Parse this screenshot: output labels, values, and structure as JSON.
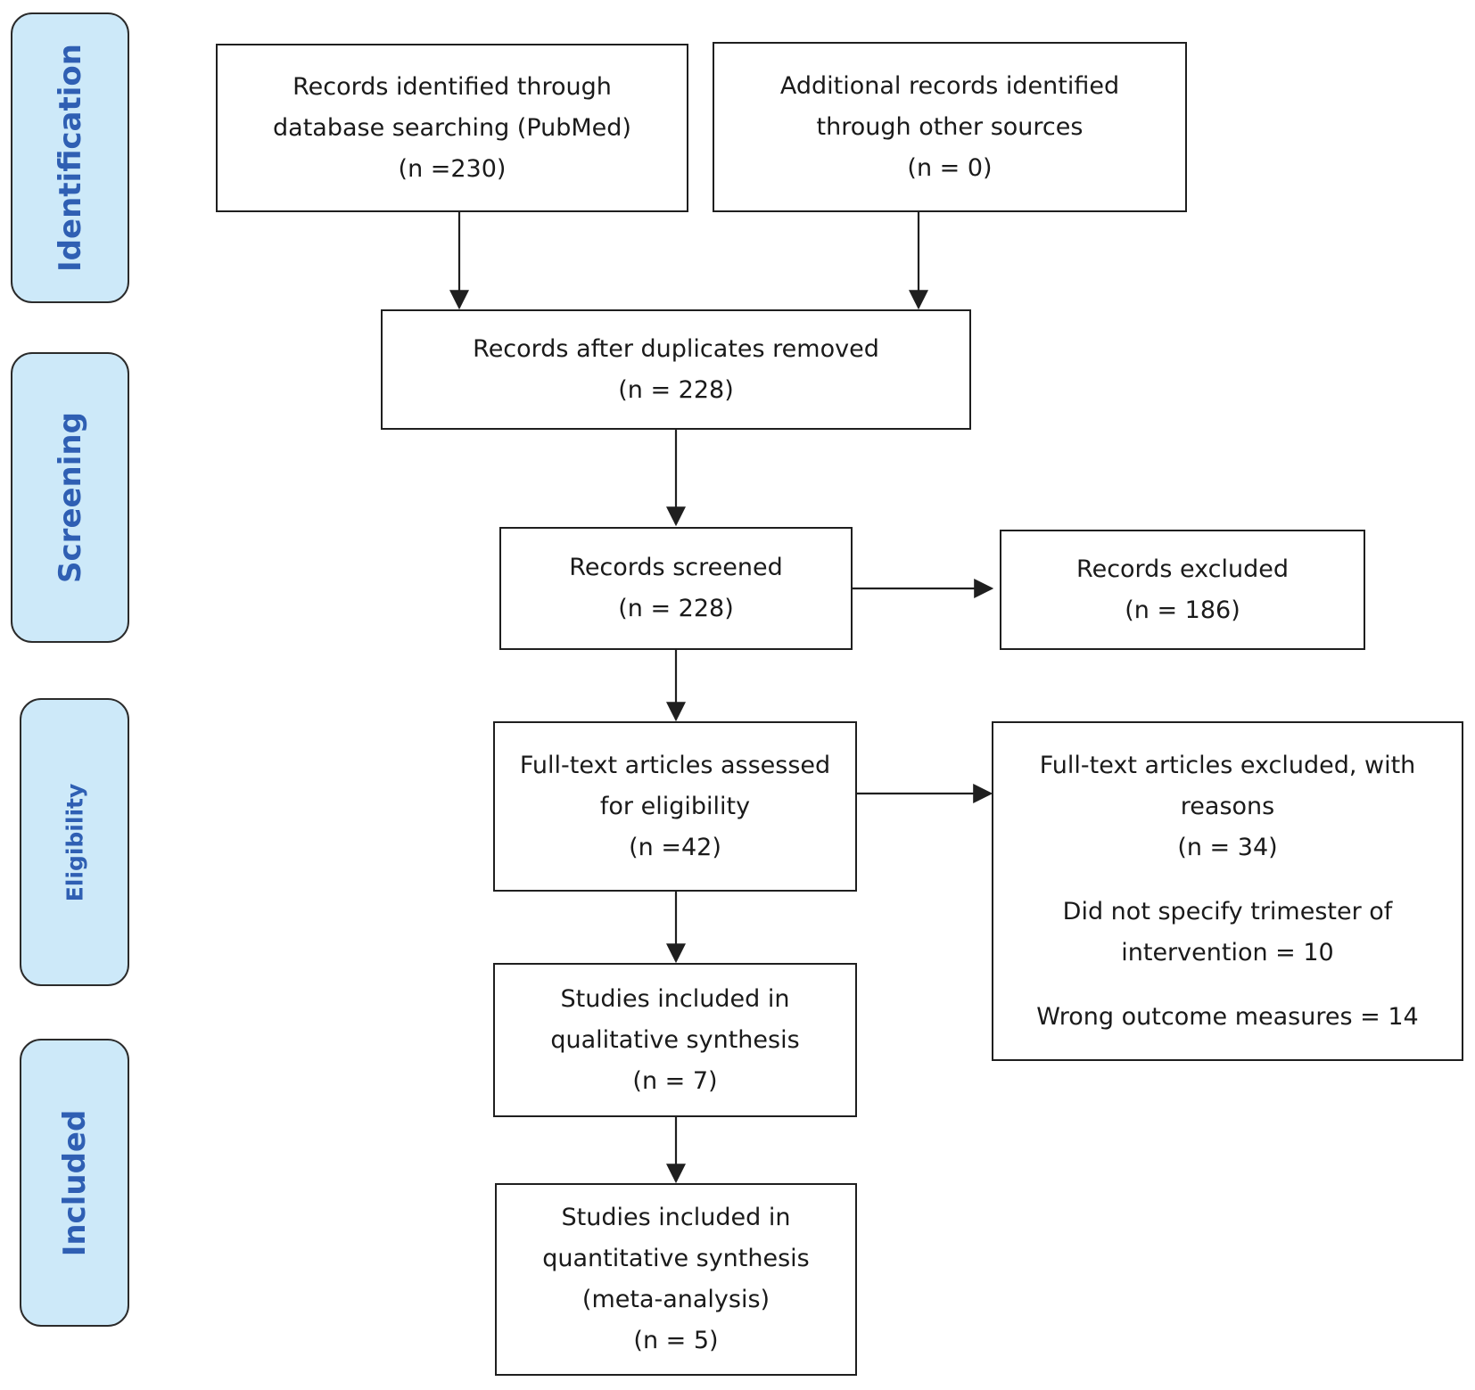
{
  "phases": {
    "identification": "Identification",
    "screening": "Screening",
    "eligibility": "Eligibility",
    "included": "Included"
  },
  "boxes": {
    "database_records": {
      "line1": "Records identified through",
      "line2": "database searching (PubMed)",
      "count": "(n =230)"
    },
    "other_records": {
      "line1": "Additional records identified",
      "line2": "through other sources",
      "count": "(n = 0)"
    },
    "after_duplicates": {
      "line1": "Records after duplicates removed",
      "count": "(n = 228)"
    },
    "screened": {
      "line1": "Records screened",
      "count": "(n = 228)"
    },
    "excluded": {
      "line1": "Records excluded",
      "count": "(n = 186)"
    },
    "fulltext_assessed": {
      "line1": "Full-text articles assessed",
      "line2": "for eligibility",
      "count": "(n =42)"
    },
    "fulltext_excluded": {
      "line1": "Full-text articles excluded, with",
      "line2": "reasons",
      "count": "(n = 34)",
      "reason1_line1": "Did not specify trimester of",
      "reason1_line2": "intervention = 10",
      "reason2": "Wrong outcome measures = 14"
    },
    "qualitative": {
      "line1": "Studies included in",
      "line2": "qualitative synthesis",
      "count": "(n = 7)"
    },
    "quantitative": {
      "line1": "Studies included in",
      "line2": "quantitative synthesis",
      "line3": "(meta-analysis)",
      "count": "(n = 5)"
    }
  },
  "colors": {
    "phase_fill": "#cde9f9",
    "phase_text": "#2f5fb3",
    "stroke": "#1f1f1f"
  }
}
